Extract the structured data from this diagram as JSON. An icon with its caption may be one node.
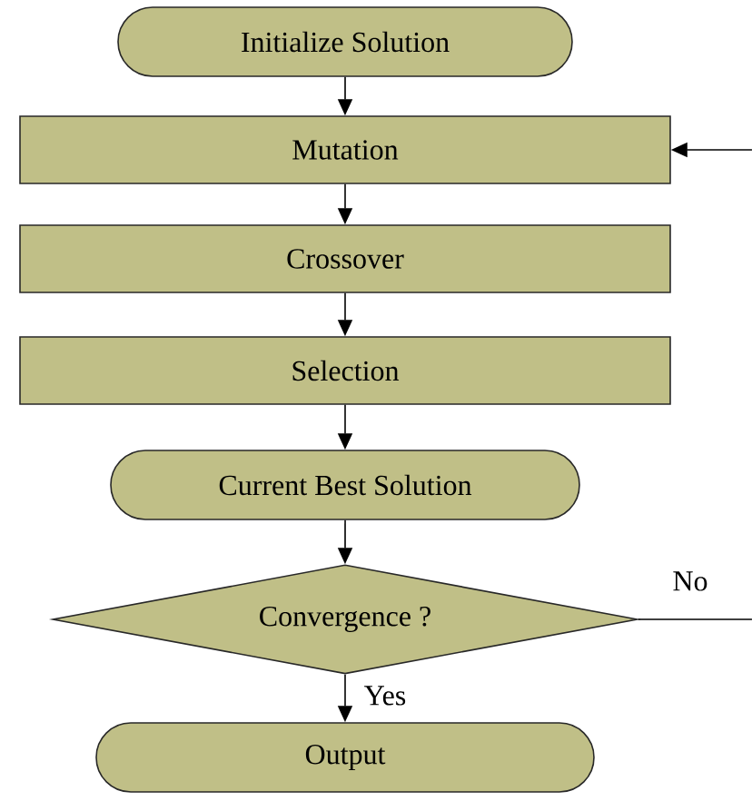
{
  "diagram": {
    "nodes": [
      {
        "text": [
          "Initialize Solution"
        ]
      },
      {
        "text": [
          "Mutation"
        ]
      },
      {
        "text": [
          "Crossover"
        ]
      },
      {
        "text": [
          "Selection"
        ]
      },
      {
        "text": [
          "Current Best Solution"
        ]
      },
      {
        "text": [
          "Convergence ?"
        ]
      },
      {
        "text": [
          "Output"
        ]
      }
    ],
    "edges": [
      {
        "from": 0,
        "to": 1,
        "arrow": "to"
      },
      {
        "from": 1,
        "to": 2,
        "arrow": "to"
      },
      {
        "from": 2,
        "to": 3,
        "arrow": "to"
      },
      {
        "from": 3,
        "to": 4,
        "arrow": "to"
      },
      {
        "from": 4,
        "to": 5,
        "arrow": "to"
      },
      {
        "from": 5,
        "to": 6,
        "arrow": "to",
        "label": "Yes"
      },
      {
        "from": 5,
        "to": null,
        "arrow": "none",
        "label": "No"
      },
      {
        "from": null,
        "to": 1,
        "arrow": "to"
      }
    ]
  }
}
